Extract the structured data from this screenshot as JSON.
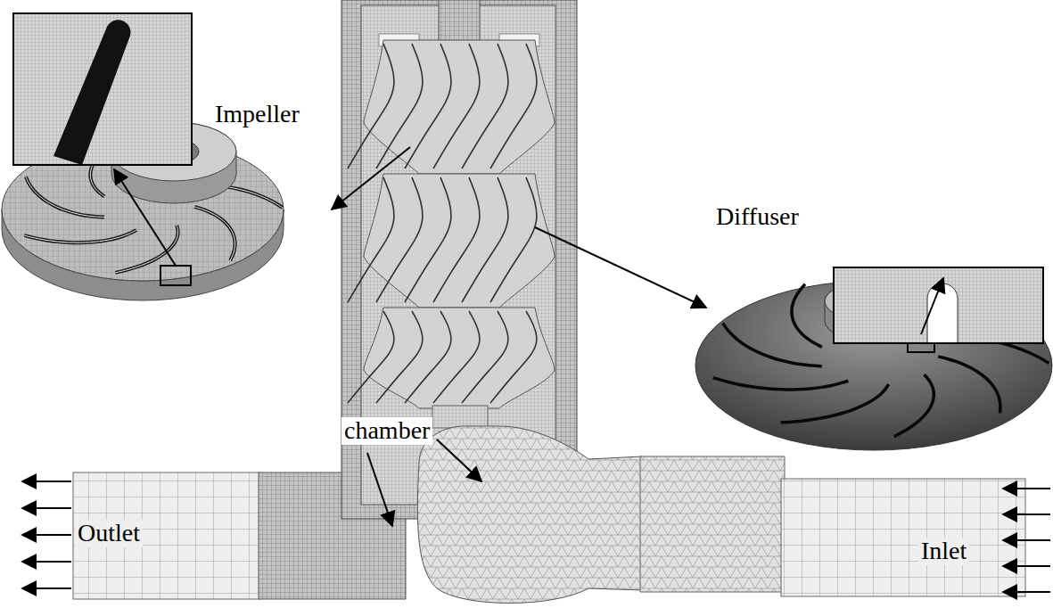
{
  "diagram": {
    "labels": [
      "Impeller",
      "Diffuser",
      "chamber",
      "Outlet",
      "Inlet"
    ]
  }
}
